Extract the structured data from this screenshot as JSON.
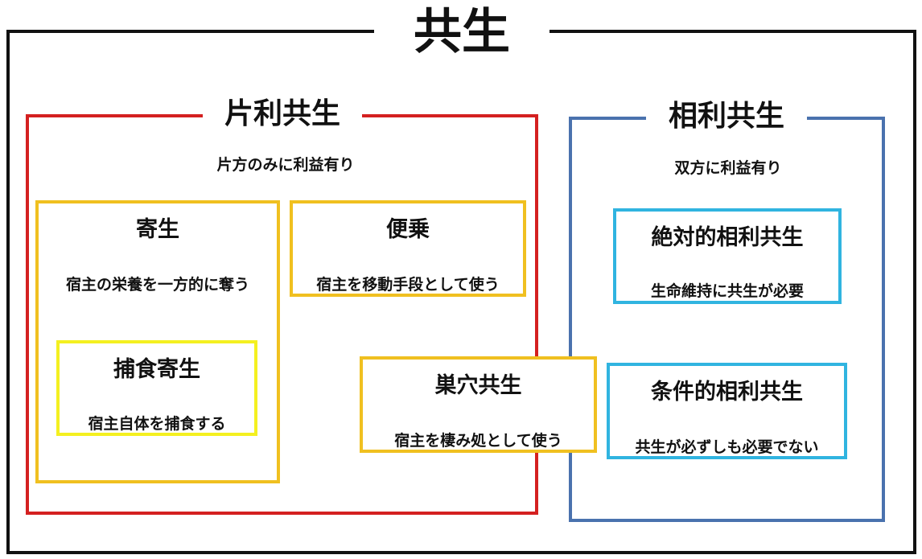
{
  "title": "共生",
  "commensalism": {
    "title": "片利共生",
    "subtitle": "片方のみに利益有り",
    "parasitism": {
      "title": "寄生",
      "desc": "宿主の栄養を一方的に奪う",
      "predatory": {
        "title": "捕食寄生",
        "desc": "宿主自体を捕食する"
      }
    },
    "phoresy": {
      "title": "便乗",
      "desc": "宿主を移動手段として使う"
    }
  },
  "nesting": {
    "title": "巣穴共生",
    "desc": "宿主を棲み処として使う"
  },
  "mutualism": {
    "title": "相利共生",
    "subtitle": "双方に利益有り",
    "obligate": {
      "title": "絶対的相利共生",
      "desc": "生命維持に共生が必要"
    },
    "facultative": {
      "title": "条件的相利共生",
      "desc": "共生が必ずしも必要でない"
    }
  },
  "colors": {
    "outer": "#111111",
    "commensalism_border": "#d42020",
    "mutualism_border": "#4a72ae",
    "parasite_border": "#f0c020",
    "predatory_border": "#f4f020",
    "mutual_sub_border": "#30b4e0"
  }
}
